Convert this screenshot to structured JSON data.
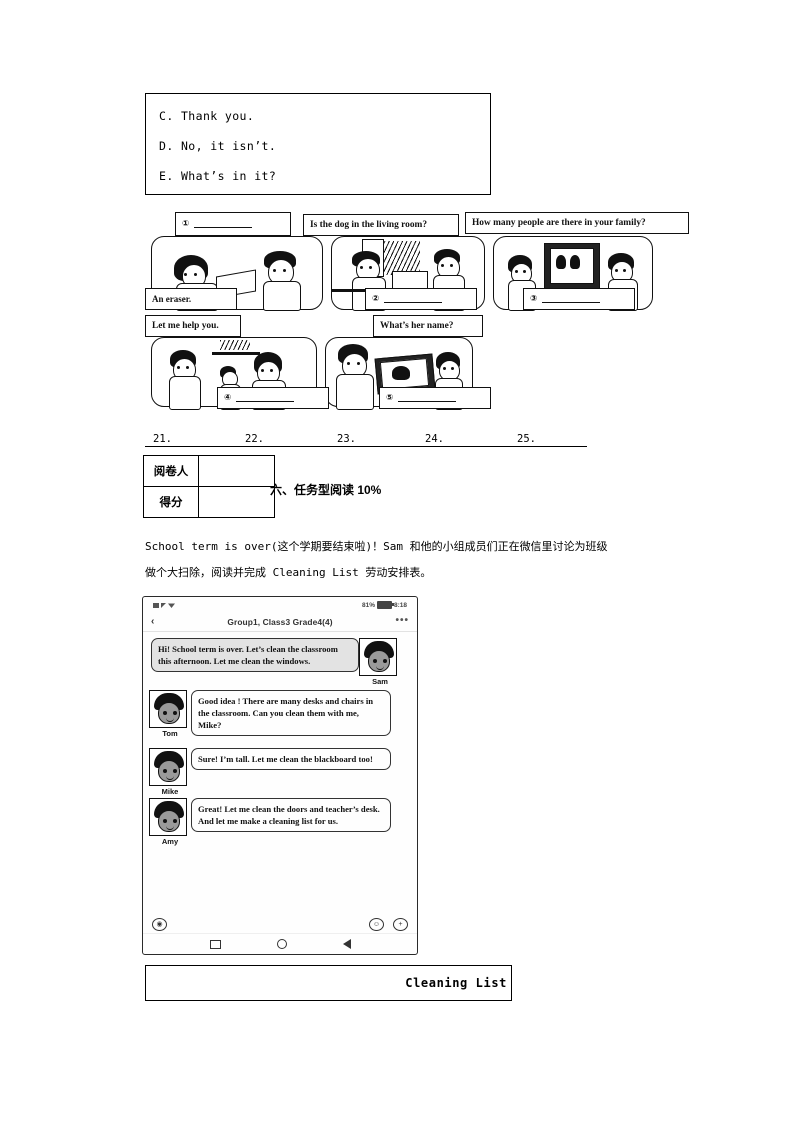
{
  "options_box": {
    "items": [
      "C. Thank you.",
      "D. No, it isn’t.",
      "E. What’s in it?"
    ]
  },
  "comic": {
    "panels": [
      {
        "id": "panel-1",
        "top_bubble": "①",
        "top_blank": true,
        "bottom_bubble": "An eraser."
      },
      {
        "id": "panel-2",
        "top_bubble": "Is the dog in the living room?",
        "top_blank": false,
        "bottom_bubble": "②",
        "bottom_blank": true
      },
      {
        "id": "panel-3",
        "top_bubble": "How many people are there in your family?",
        "top_blank": false,
        "bottom_bubble": "③",
        "bottom_blank": true
      },
      {
        "id": "panel-4",
        "top_bubble": "Let me help you.",
        "top_blank": false,
        "bottom_bubble": "④",
        "bottom_blank": true
      },
      {
        "id": "panel-5",
        "top_bubble": "What’s her name?",
        "top_blank": false,
        "bottom_bubble": "⑤",
        "bottom_blank": true
      }
    ]
  },
  "answers": {
    "items": [
      "21.",
      "22.",
      "23.",
      "24.",
      "25."
    ]
  },
  "score_table": {
    "rows": [
      {
        "label": "阅卷人",
        "value": ""
      },
      {
        "label": "得分",
        "value": ""
      }
    ]
  },
  "section": {
    "heading": "六、任务型阅读 10%"
  },
  "intro": {
    "line1": "School term is over(这个学期要结束啦)！Sam 和他的小组成员们正在微信里讨论为班级",
    "line2": "做个大扫除，阅读并完成 Cleaning List 劳动安排表。"
  },
  "phone": {
    "status": {
      "battery_percent": "81%",
      "time": "8:18"
    },
    "chat_title": "Group1, Class3 Grade4(4)",
    "back_label": "‹",
    "more_label": "•••",
    "messages": [
      {
        "name": "Sam",
        "text": "Hi! School term is over. Let’s clean the classroom this afternoon. Let me clean the windows."
      },
      {
        "name": "Tom",
        "text": "Good idea ! There are many desks and chairs in the classroom. Can you clean them with me, Mike?"
      },
      {
        "name": "Mike",
        "text": "Sure! I’m tall. Let me clean the blackboard too!"
      },
      {
        "name": "Amy",
        "text": "Great! Let me clean the doors and teacher’s desk. And let me make a cleaning list for us."
      }
    ],
    "input_bar": {
      "voice": "◉",
      "emoji": "☺",
      "plus": "+"
    }
  },
  "cleaning_list": {
    "title": "Cleaning List"
  }
}
